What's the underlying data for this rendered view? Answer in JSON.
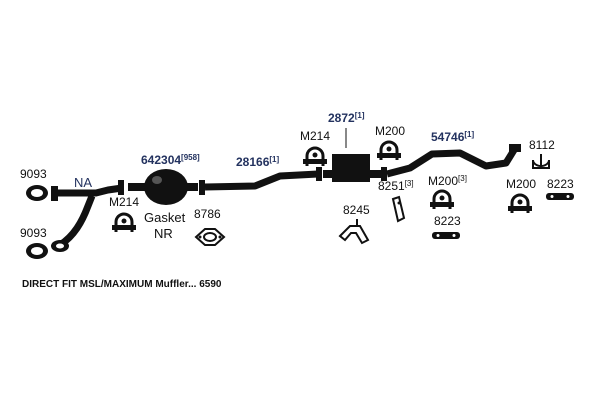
{
  "parts": {
    "gasket_9093_top": "9093",
    "gasket_9093_bottom": "9093",
    "na_pipe": "NA",
    "clamp_m214_left": "M214",
    "converter": {
      "code": "642304",
      "ref": "[958]"
    },
    "gasket_nr_line1": "Gasket",
    "gasket_nr_line2": "NR",
    "gasket_8786": "8786",
    "pipe_28166": {
      "code": "28166",
      "ref": "[1]"
    },
    "clamp_m214_right": "M214",
    "muffler_2872": {
      "code": "2872",
      "ref": "[1]"
    },
    "clamp_m200_mid": "M200",
    "hanger_8251": {
      "code": "8251",
      "ref": "[3]"
    },
    "bracket_8245": "8245",
    "tailpipe_54746": {
      "code": "54746",
      "ref": "[1]"
    },
    "clamp_m200_right": {
      "code": "M200",
      "ref": "[3]"
    },
    "hanger_8223_mid": "8223",
    "clamp_8112": "8112",
    "clamp_m200_far": "M200",
    "hanger_8223_right": "8223"
  },
  "footnote": "DIRECT FIT MSL/MAXIMUM Muffler... 6590",
  "colors": {
    "part_number": "#23325f",
    "ink": "#111111",
    "background": "#ffffff"
  }
}
